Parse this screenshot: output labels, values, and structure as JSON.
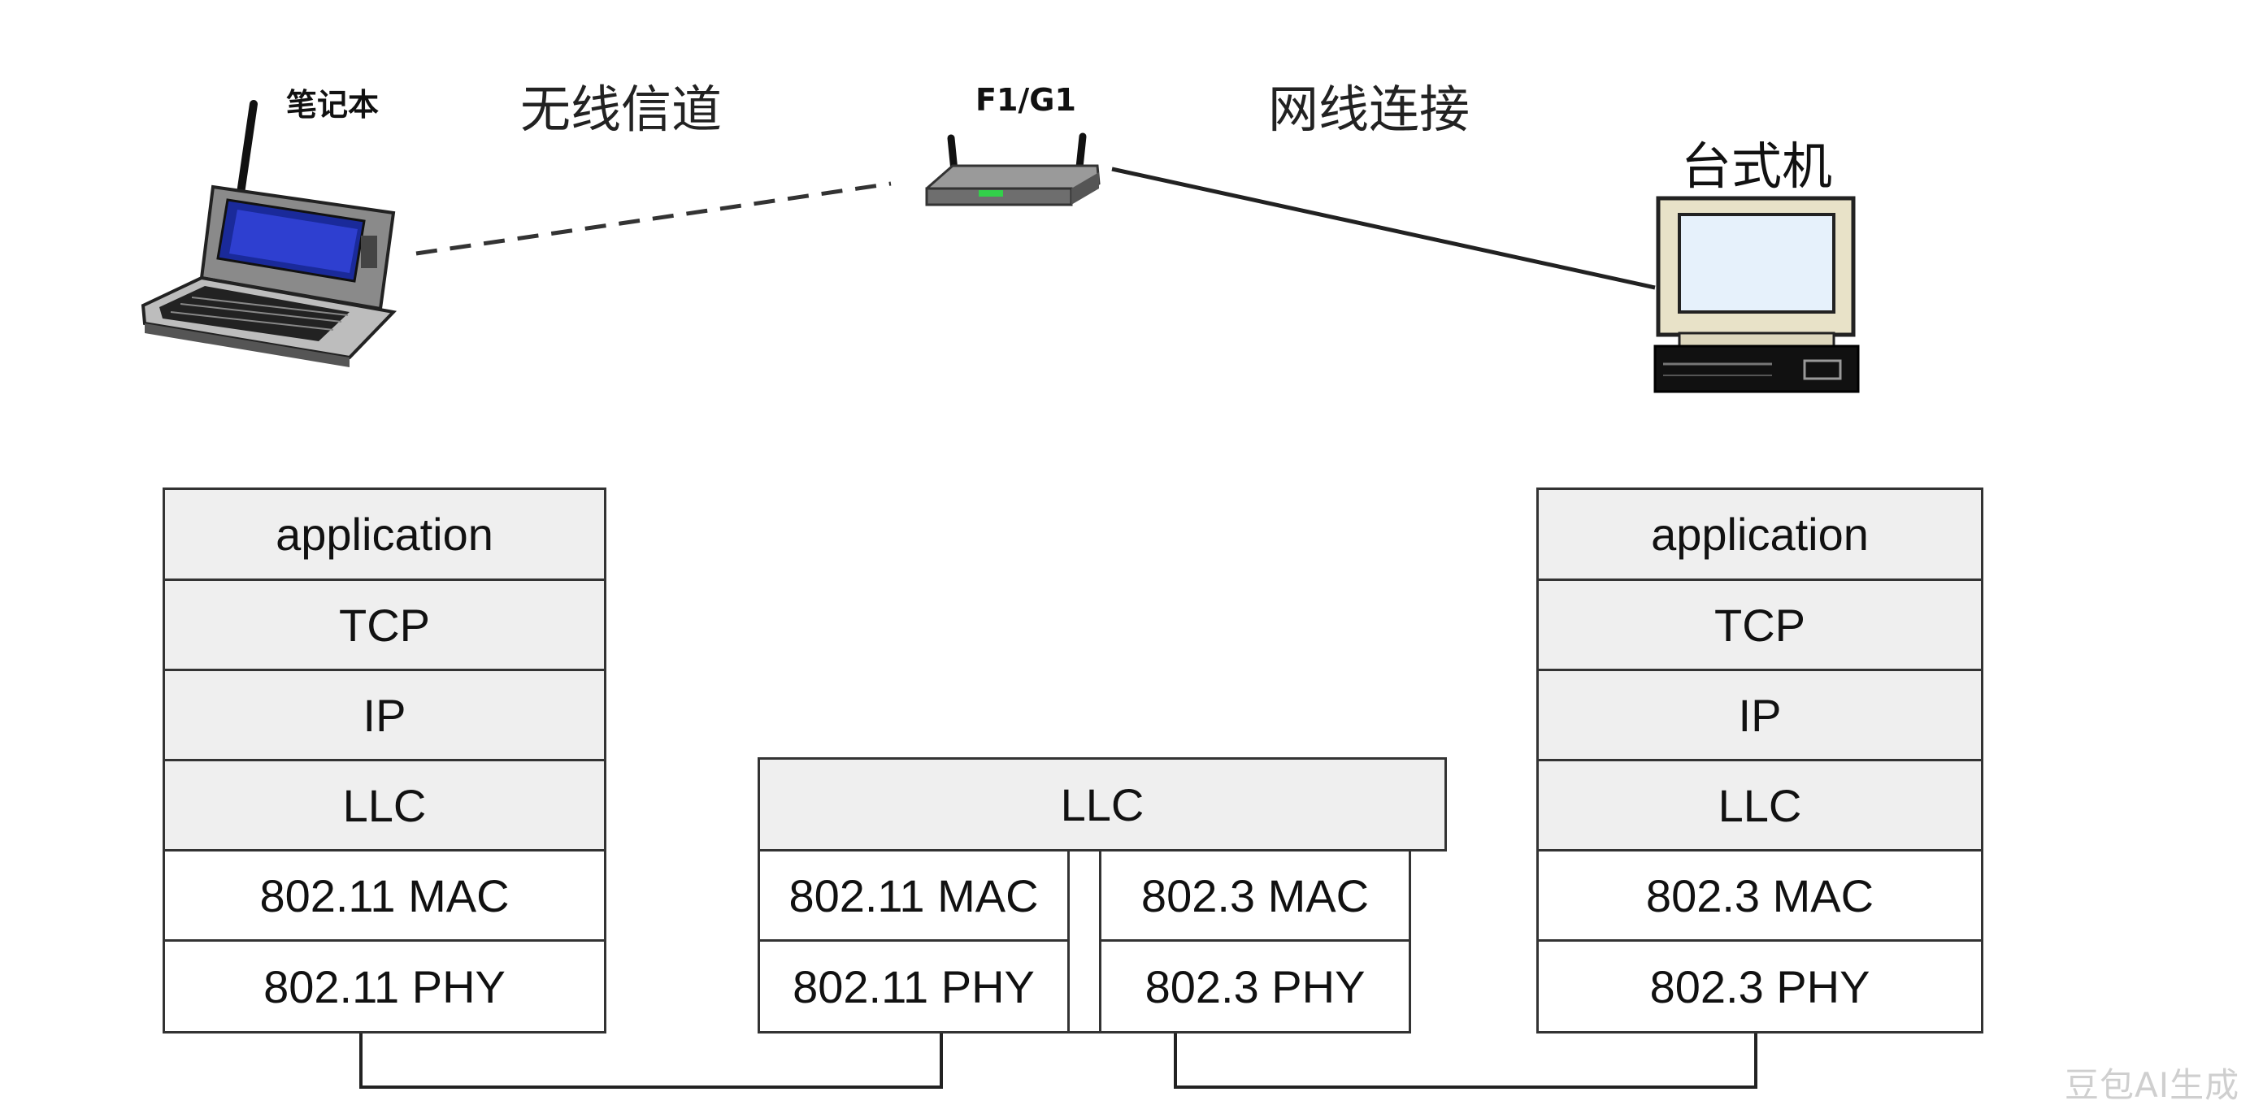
{
  "devices": {
    "notebook": "笔记本",
    "router": "F1/G1",
    "desktop": "台式机"
  },
  "links": {
    "wireless": "无线信道",
    "wired": "网线连接"
  },
  "stacks": {
    "left": [
      "application",
      "TCP",
      "IP",
      "LLC",
      "802.11 MAC",
      "802.11 PHY"
    ],
    "middle": {
      "llc": "LLC",
      "wireless_side": [
        "802.11 MAC",
        "802.11 PHY"
      ],
      "wired_side": [
        "802.3 MAC",
        "802.3 PHY"
      ]
    },
    "right": [
      "application",
      "TCP",
      "IP",
      "LLC",
      "802.3 MAC",
      "802.3 PHY"
    ]
  },
  "watermark": "豆包AI生成"
}
